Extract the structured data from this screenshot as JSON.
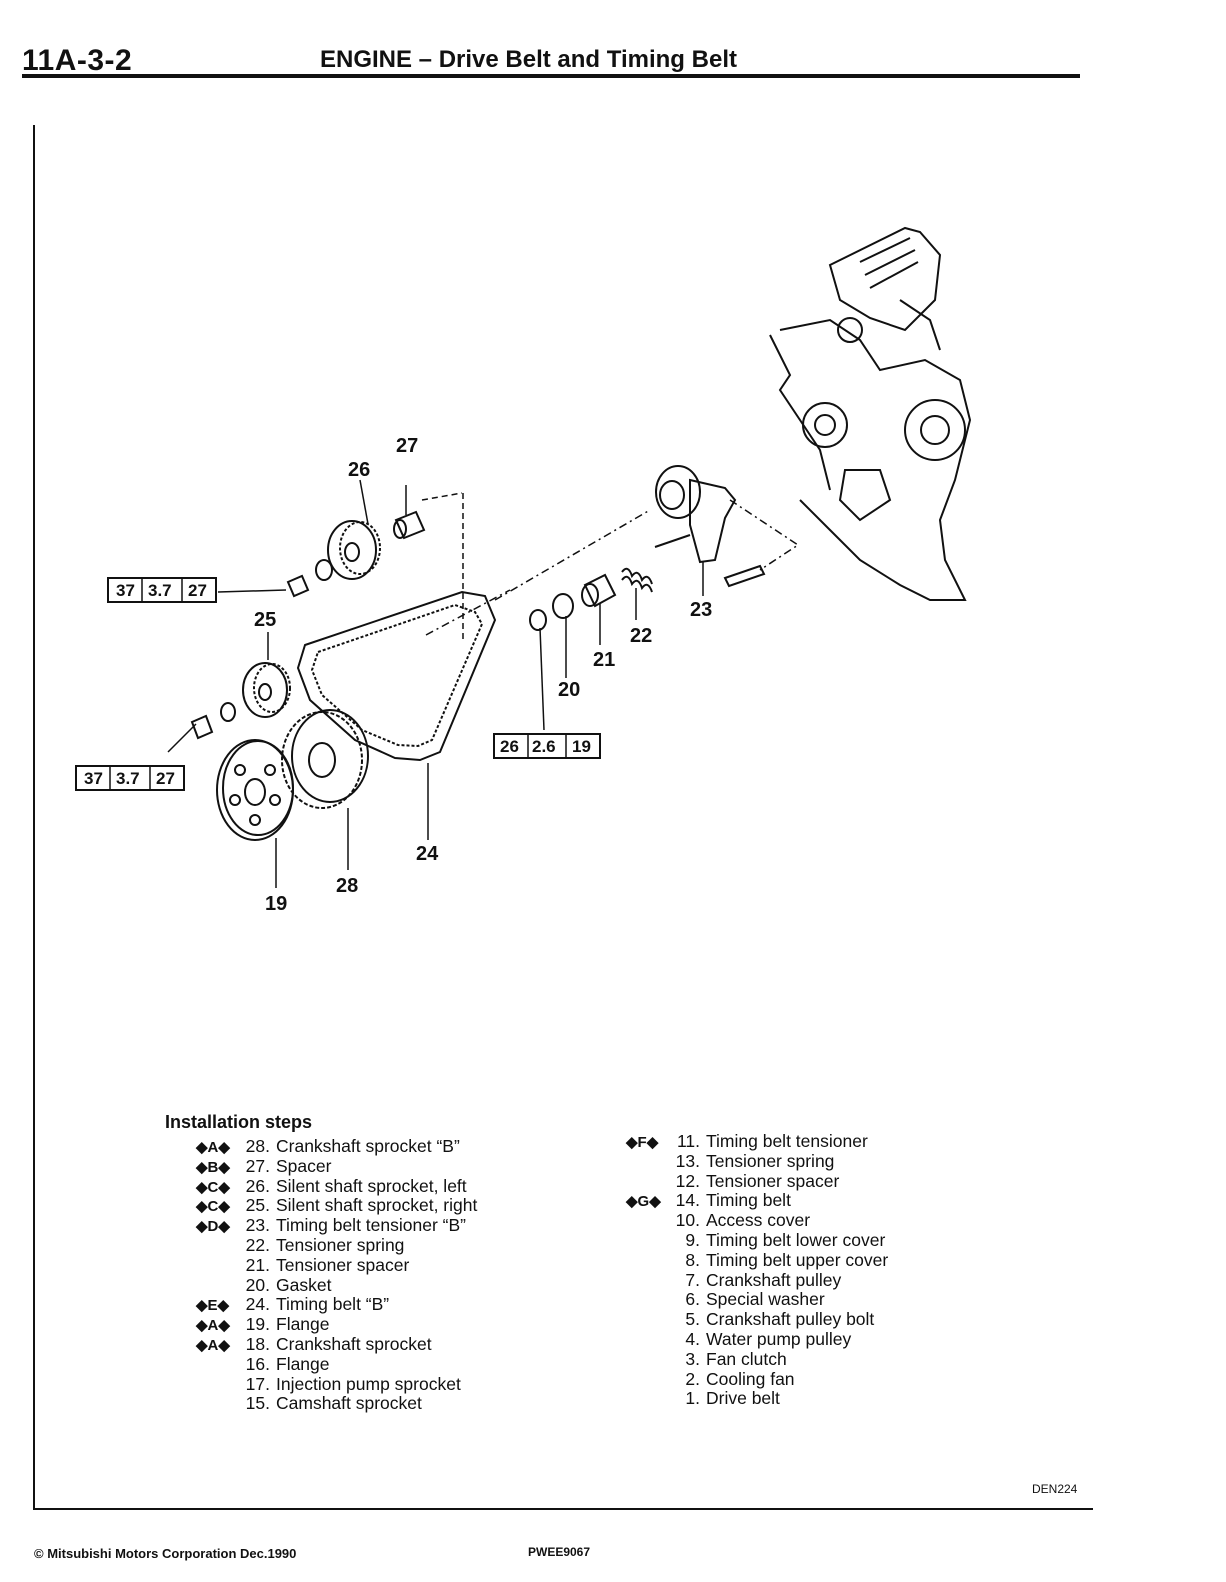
{
  "header": {
    "section_code": "11A-3-2",
    "title": "ENGINE – Drive Belt and Timing Belt"
  },
  "diagram": {
    "callouts": {
      "c19": "19",
      "c20": "20",
      "c21": "21",
      "c22": "22",
      "c23": "23",
      "c24": "24",
      "c25": "25",
      "c26": "26",
      "c27": "27",
      "c28": "28"
    },
    "torque_boxes": [
      {
        "nm": "37",
        "kgm": "3.7",
        "ftlbs": "27"
      },
      {
        "nm": "37",
        "kgm": "3.7",
        "ftlbs": "27"
      },
      {
        "nm": "26",
        "kgm": "2.6",
        "ftlbs": "19"
      }
    ]
  },
  "installation": {
    "heading": "Installation steps",
    "left_column": [
      {
        "marker": "◆A◆",
        "num": "28.",
        "label": "Crankshaft sprocket “B”"
      },
      {
        "marker": "◆B◆",
        "num": "27.",
        "label": "Spacer"
      },
      {
        "marker": "◆C◆",
        "num": "26.",
        "label": "Silent shaft sprocket, left"
      },
      {
        "marker": "◆C◆",
        "num": "25.",
        "label": "Silent shaft sprocket, right"
      },
      {
        "marker": "◆D◆",
        "num": "23.",
        "label": "Timing belt tensioner “B”"
      },
      {
        "marker": "",
        "num": "22.",
        "label": "Tensioner spring"
      },
      {
        "marker": "",
        "num": "21.",
        "label": "Tensioner spacer"
      },
      {
        "marker": "",
        "num": "20.",
        "label": "Gasket"
      },
      {
        "marker": "◆E◆",
        "num": "24.",
        "label": "Timing belt “B”"
      },
      {
        "marker": "◆A◆",
        "num": "19.",
        "label": "Flange"
      },
      {
        "marker": "◆A◆",
        "num": "18.",
        "label": "Crankshaft sprocket"
      },
      {
        "marker": "",
        "num": "16.",
        "label": "Flange"
      },
      {
        "marker": "",
        "num": "17.",
        "label": "Injection pump sprocket"
      },
      {
        "marker": "",
        "num": "15.",
        "label": "Camshaft sprocket"
      }
    ],
    "right_column": [
      {
        "marker": "◆F◆",
        "num": "11.",
        "label": "Timing belt tensioner"
      },
      {
        "marker": "",
        "num": "13.",
        "label": "Tensioner spring"
      },
      {
        "marker": "",
        "num": "12.",
        "label": "Tensioner spacer"
      },
      {
        "marker": "◆G◆",
        "num": "14.",
        "label": "Timing belt"
      },
      {
        "marker": "",
        "num": "10.",
        "label": "Access cover"
      },
      {
        "marker": "",
        "num": "9.",
        "label": "Timing belt lower cover"
      },
      {
        "marker": "",
        "num": "8.",
        "label": "Timing belt upper cover"
      },
      {
        "marker": "",
        "num": "7.",
        "label": "Crankshaft pulley"
      },
      {
        "marker": "",
        "num": "6.",
        "label": "Special washer"
      },
      {
        "marker": "",
        "num": "5.",
        "label": "Crankshaft pulley bolt"
      },
      {
        "marker": "",
        "num": "4.",
        "label": "Water pump pulley"
      },
      {
        "marker": "",
        "num": "3.",
        "label": "Fan clutch"
      },
      {
        "marker": "",
        "num": "2.",
        "label": "Cooling fan"
      },
      {
        "marker": "",
        "num": "1.",
        "label": "Drive belt"
      }
    ]
  },
  "figure_code": "DEN224",
  "footer": {
    "copyright": "© Mitsubishi Motors Corporation   Dec.1990",
    "doc_number": "PWEE9067"
  }
}
